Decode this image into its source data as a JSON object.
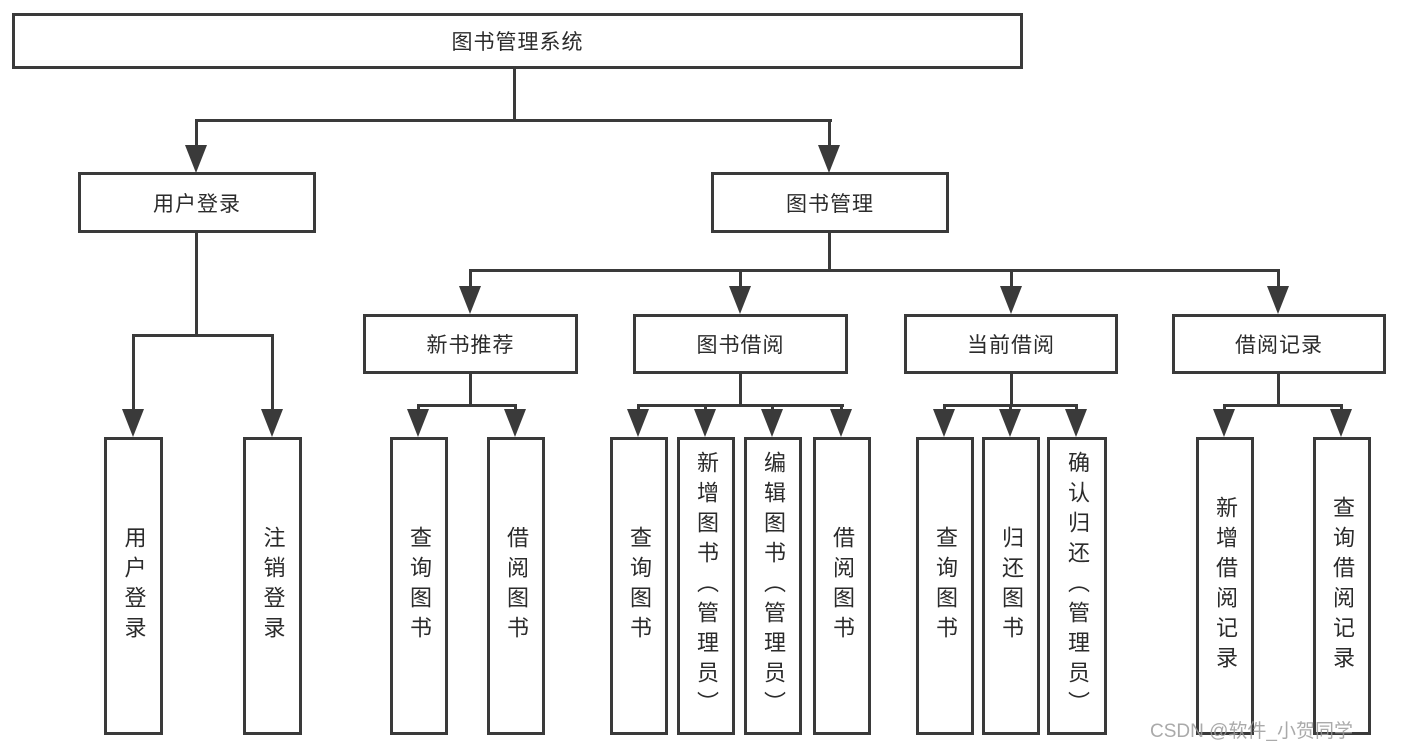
{
  "diagram": {
    "title": "图书管理系统",
    "level2": [
      {
        "id": "user-login",
        "label": "用户登录"
      },
      {
        "id": "book-management",
        "label": "图书管理"
      }
    ],
    "level3": [
      {
        "id": "new-book-recommend",
        "label": "新书推荐"
      },
      {
        "id": "book-borrow",
        "label": "图书借阅"
      },
      {
        "id": "current-borrow",
        "label": "当前借阅"
      },
      {
        "id": "borrow-record",
        "label": "借阅记录"
      }
    ],
    "level4": [
      {
        "group": "user-login",
        "label": "用户登录"
      },
      {
        "group": "user-login",
        "label": "注销登录"
      },
      {
        "group": "new-book-recommend",
        "label": "查询图书"
      },
      {
        "group": "new-book-recommend",
        "label": "借阅图书"
      },
      {
        "group": "book-borrow",
        "label": "查询图书"
      },
      {
        "group": "book-borrow",
        "label": "新增图书（管理员）"
      },
      {
        "group": "book-borrow",
        "label": "编辑图书（管理员）"
      },
      {
        "group": "book-borrow",
        "label": "借阅图书"
      },
      {
        "group": "current-borrow",
        "label": "查询图书"
      },
      {
        "group": "current-borrow",
        "label": "归还图书"
      },
      {
        "group": "current-borrow",
        "label": "确认归还（管理员）"
      },
      {
        "group": "borrow-record",
        "label": "新增借阅记录"
      },
      {
        "group": "borrow-record",
        "label": "查询借阅记录"
      }
    ]
  },
  "watermark": {
    "text": "CSDN @软件_小贺同学"
  },
  "colors": {
    "line": "#3a3a3a",
    "text": "#2b2b2b",
    "watermark": "#9b9b9b",
    "background": "#ffffff"
  }
}
